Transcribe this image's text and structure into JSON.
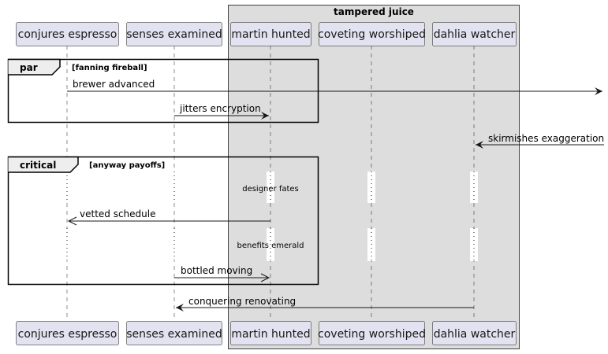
{
  "box": {
    "title": "tampered juice"
  },
  "participants": [
    "conjures espresso",
    "senses examined",
    "martin hunted",
    "coveting worshiped",
    "dahlia watcher"
  ],
  "fragments": {
    "par": {
      "keyword": "par",
      "condition": "[fanning fireball]"
    },
    "critical": {
      "keyword": "critical",
      "condition": "[anyway payoffs]"
    }
  },
  "messages": {
    "m1": "brewer advanced",
    "m2": "jitters encryption",
    "m3": "skirmishes exaggeration",
    "m4": "vetted schedule",
    "m5": "bottled moving",
    "m6": "conquering renovating"
  },
  "delays": {
    "d1": "designer fates",
    "d2": "benefits emerald"
  },
  "colors": {
    "participant_fill": "#E2E2F0",
    "participant_border": "#181818",
    "box_fill": "#DDDDDD",
    "lifeline": "#181818",
    "arrow": "#181818"
  }
}
